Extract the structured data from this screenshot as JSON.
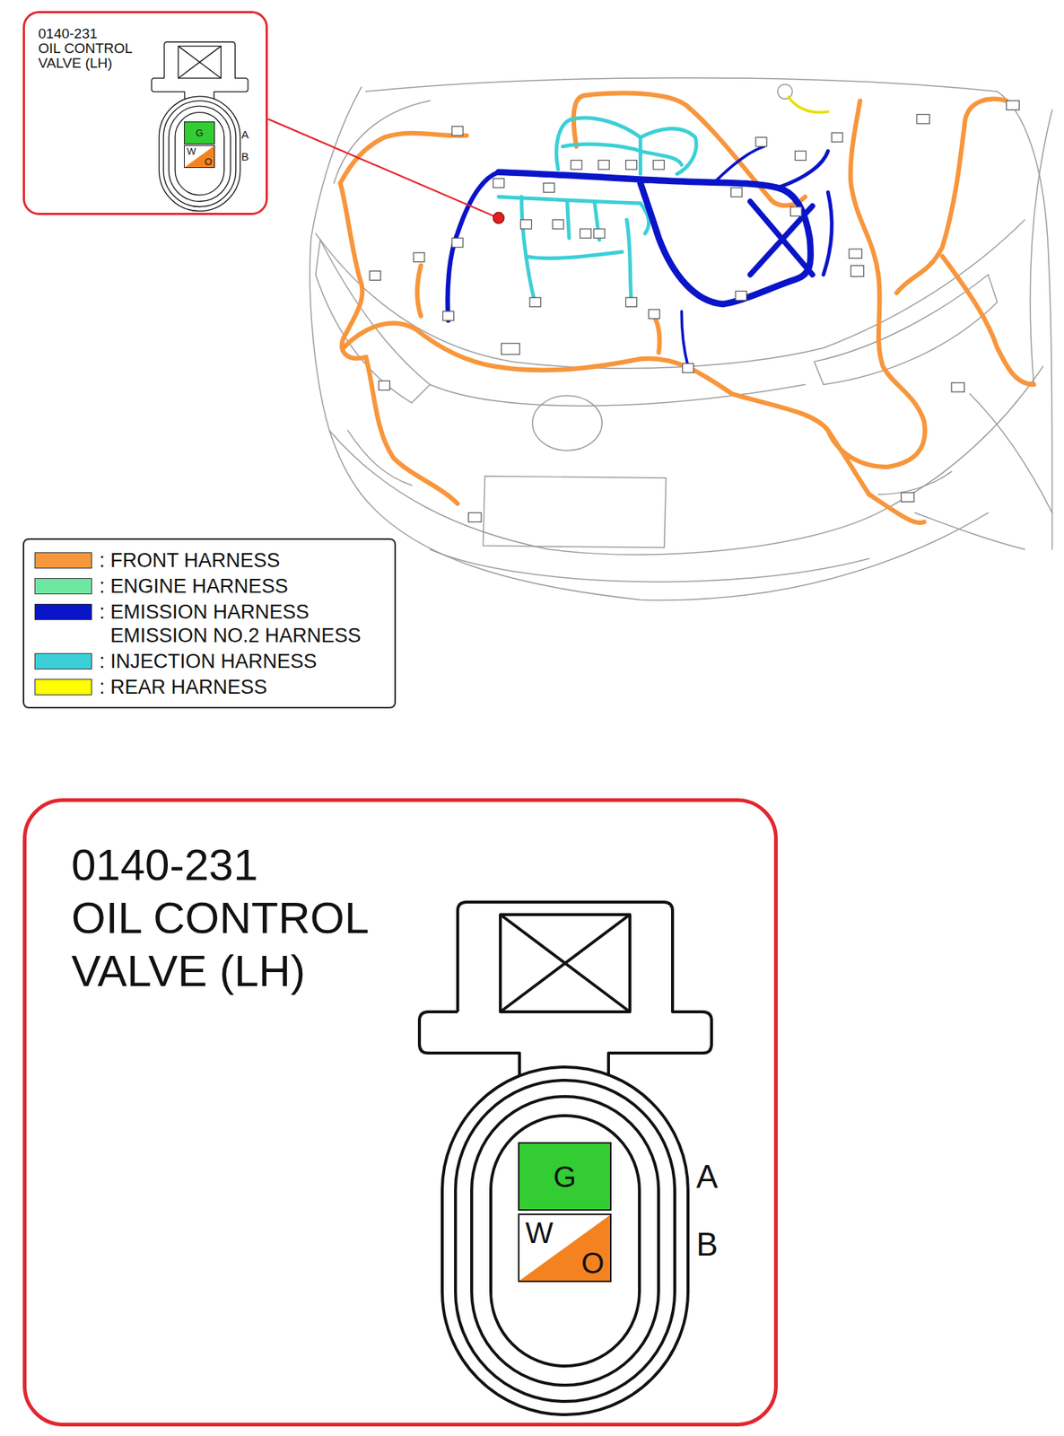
{
  "diagram": {
    "nodes": [
      {
        "text": [
          "0140-231",
          "OIL CONTROL VALVE (LH)"
        ]
      },
      {
        "text": [
          "G"
        ],
        "in": 0
      },
      {
        "text": [
          "W",
          "O"
        ],
        "in": 0
      },
      {
        "text": [
          "0140-231",
          "OIL CONTROL VALVE (LH)"
        ]
      },
      {
        "text": [
          "G"
        ],
        "in": 3
      },
      {
        "text": [
          "W",
          "O"
        ],
        "in": 3
      }
    ],
    "labels": [
      "A",
      "B",
      "A",
      "B"
    ],
    "legend": [
      {
        "text": ": FRONT HARNESS",
        "color": "#F7963C"
      },
      {
        "text": ": ENGINE HARNESS",
        "color": "#6EE8A0"
      },
      {
        "text": ": EMISSION HARNESS EMISSION NO.2 HARNESS",
        "color": "#0A14C8"
      },
      {
        "text": ": INJECTION HARNESS",
        "color": "#3CCFD8"
      },
      {
        "text": ": REAR HARNESS",
        "color": "#FFFF00"
      }
    ]
  }
}
